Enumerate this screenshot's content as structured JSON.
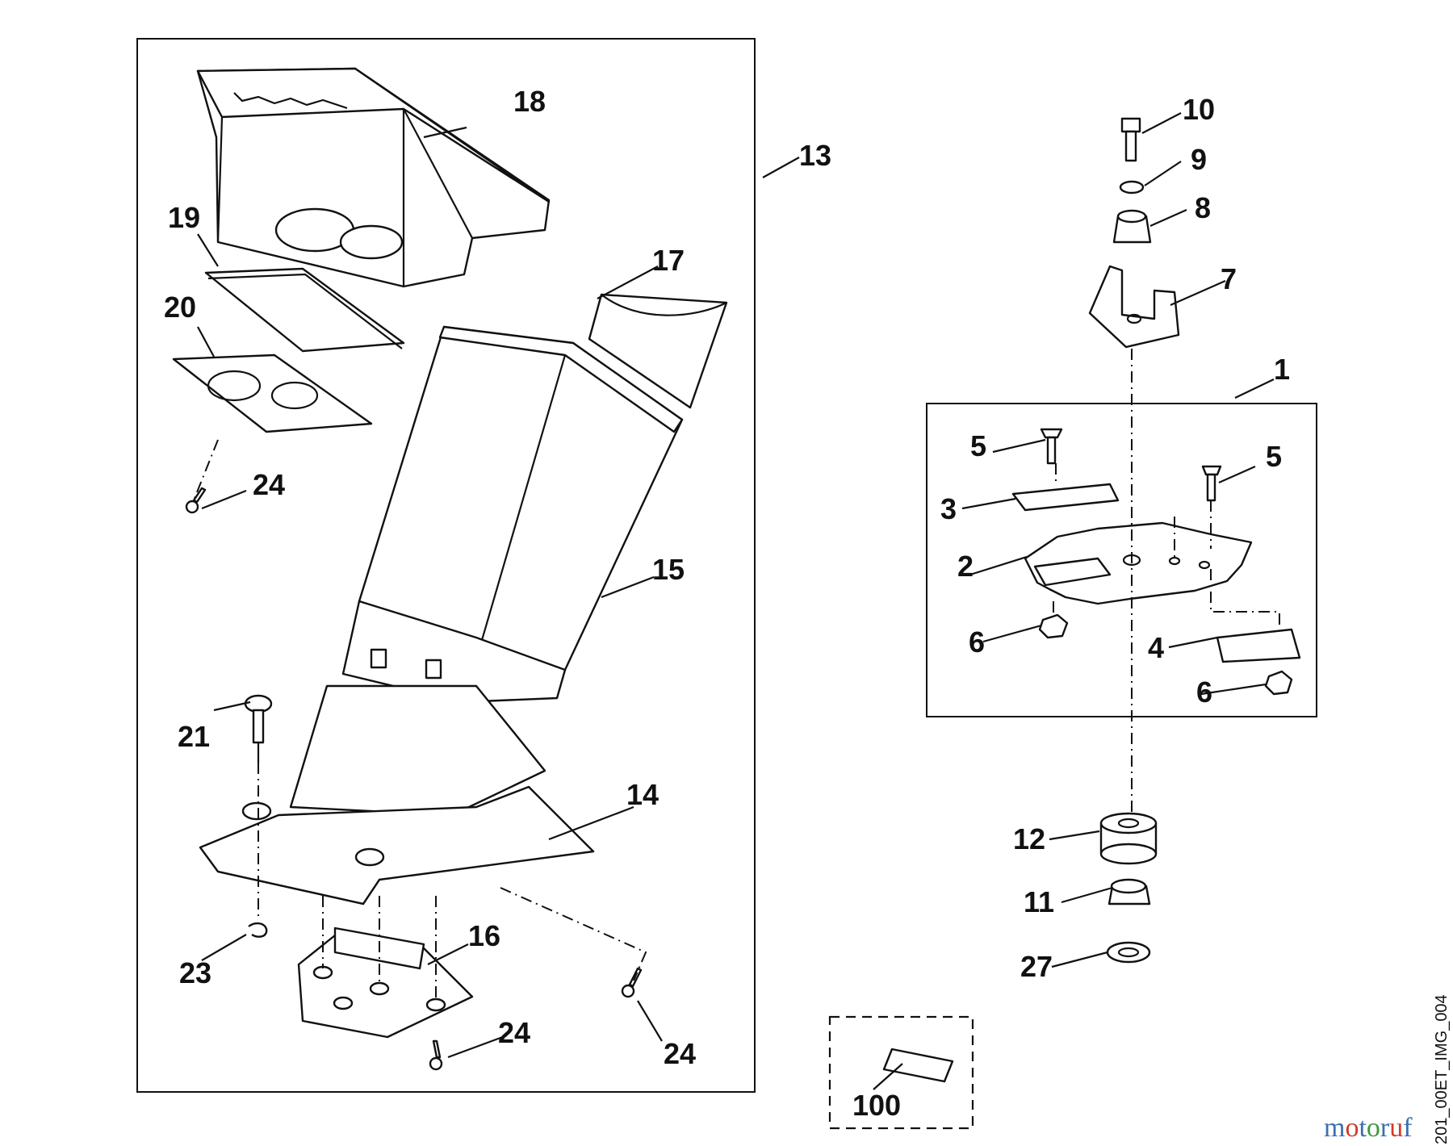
{
  "parts": {
    "p1": "1",
    "p2": "2",
    "p3": "3",
    "p4": "4",
    "p5a": "5",
    "p5b": "5",
    "p6a": "6",
    "p6b": "6",
    "p7": "7",
    "p8": "8",
    "p9": "9",
    "p10": "10",
    "p11": "11",
    "p12": "12",
    "p13": "13",
    "p14": "14",
    "p15": "15",
    "p16": "16",
    "p17": "17",
    "p18": "18",
    "p19": "19",
    "p20": "20",
    "p21": "21",
    "p23": "23",
    "p24a": "24",
    "p24b": "24",
    "p24c": "24",
    "p27": "27",
    "p100": "100"
  },
  "image_code": "201_00ET_IMG_004",
  "watermark": "motoruf",
  "colors": {
    "ink": "#111111",
    "watermark_blue": "#3a6fb0",
    "watermark_red": "#d23a2a",
    "watermark_green": "#3d9a3d"
  }
}
